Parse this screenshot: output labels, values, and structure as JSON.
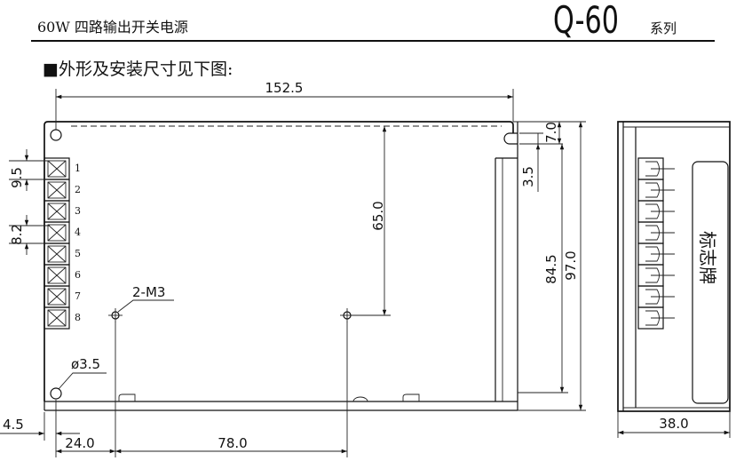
{
  "header": {
    "title": "60W 四路输出开关电源",
    "model": "Q-60",
    "series": "系列"
  },
  "section_title": "■外形及安装尺寸见下图:",
  "dimensions": {
    "length": "152.5",
    "top_to_slot": "7.0",
    "slot": "3.5",
    "hole_vertical": "65.0",
    "height_inner": "84.5",
    "height": "97.0",
    "terminal_pitch_a": "9.5",
    "terminal_pitch_b": "8.2",
    "edge_offset": "4.5",
    "hole_offset": "24.0",
    "hole_spacing": "78.0",
    "depth": "38.0"
  },
  "labels": {
    "mount_holes": "2-M3",
    "hole_diameter": "ø3.5",
    "nameplate": "标志牌"
  },
  "terminals": [
    "1",
    "2",
    "3",
    "4",
    "5",
    "6",
    "7",
    "8"
  ]
}
